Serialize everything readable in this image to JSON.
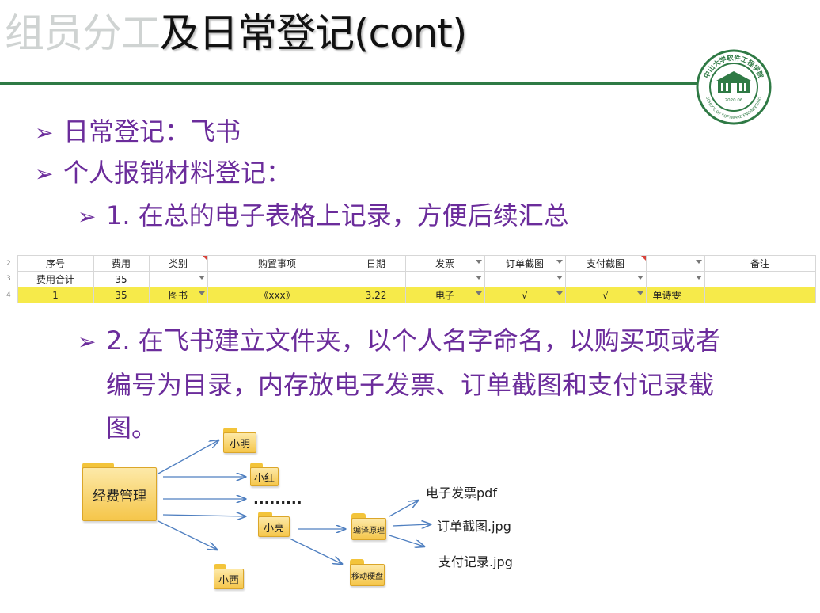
{
  "title": {
    "faded": "组员分工",
    "main": "及日常登记(cont)"
  },
  "logo": {
    "ring_text": "中山大学软件工程学院",
    "year": "2020.06",
    "english": "SCHOOL OF SOFTWARE ENGINEERING"
  },
  "bullets": [
    "日常登记：飞书",
    "个人报销材料登记："
  ],
  "sub_bullets": [
    {
      "number": "1.",
      "text": "在总的电子表格上记录，方便后续汇总"
    },
    {
      "number": "2.",
      "lines": [
        "在飞书建立文件夹，以个人名字命名，以购买项或者",
        "编号为目录，内存放电子发票、订单截图和支付记录截",
        "图。"
      ]
    }
  ],
  "sheet": {
    "headers": [
      "序号",
      "费用",
      "类别",
      "购置事项",
      "日期",
      "发票",
      "订单截图",
      "支付截图",
      "",
      "备注"
    ],
    "summary": [
      "费用合计",
      "35",
      "",
      "",
      "",
      "",
      "",
      "",
      "",
      ""
    ],
    "row": [
      "1",
      "35",
      "图书",
      "《xxx》",
      "3.22",
      "电子",
      "√",
      "√",
      "单诗雯",
      ""
    ]
  },
  "diagram": {
    "root": "经费管理",
    "members": [
      "小明",
      "小红",
      "小亮",
      "小西"
    ],
    "ellipsis": ".........",
    "subfolders": [
      "编译原理",
      "移动硬盘"
    ],
    "files": [
      "电子发票pdf",
      "订单截图.jpg",
      "支付记录.jpg"
    ]
  },
  "colors": {
    "accent": "#6b2c9b",
    "rule": "#2f7a45",
    "highlight": "#f6ea4a",
    "folder": "#f5c64a"
  }
}
